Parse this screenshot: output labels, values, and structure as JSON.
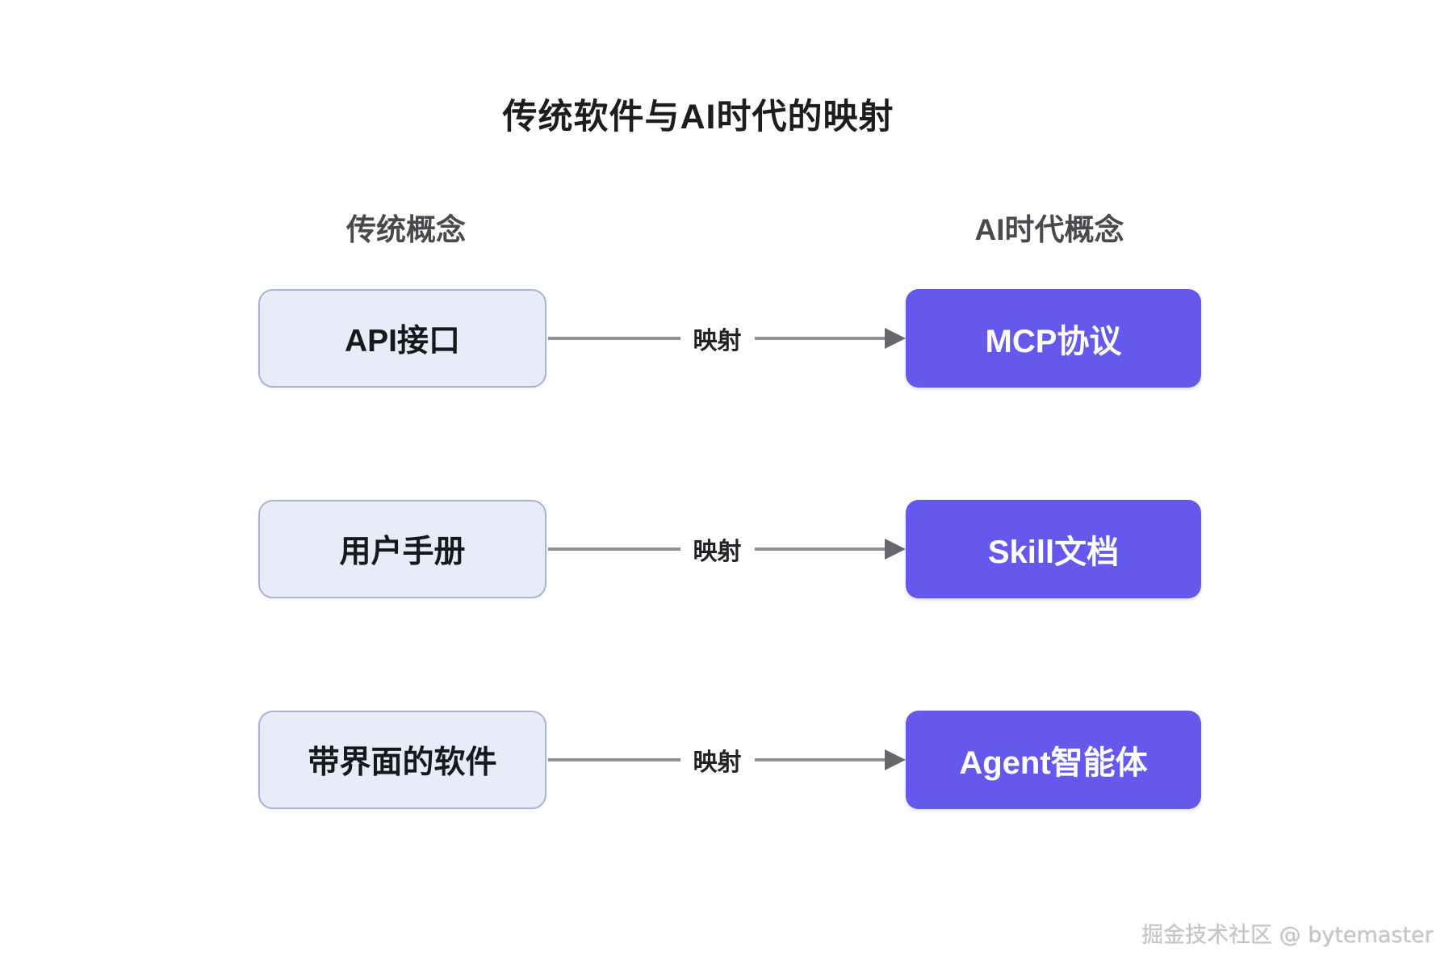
{
  "title": "传统软件与AI时代的映射",
  "columns": {
    "left_header": "传统概念",
    "right_header": "AI时代概念"
  },
  "rows": [
    {
      "left": "API接口",
      "arrow_label": "映射",
      "right": "MCP协议"
    },
    {
      "left": "用户手册",
      "arrow_label": "映射",
      "right": "Skill文档"
    },
    {
      "left": "带界面的软件",
      "arrow_label": "映射",
      "right": "Agent智能体"
    }
  ],
  "watermark": "掘金技术社区 @ bytemaster",
  "colors": {
    "title_text": "#1d1d20",
    "header_text": "#4a4a4e",
    "left_box_bg": "#e8ecf8",
    "left_box_border": "#a9b4d0",
    "box_text": "#17181c",
    "right_box_bg": "#6459ec",
    "right_box_text": "#ffffff",
    "arrow_line": "#909096",
    "arrow_head": "#67676d",
    "label_text": "#232327",
    "watermark_text": "#c4c4c4"
  }
}
